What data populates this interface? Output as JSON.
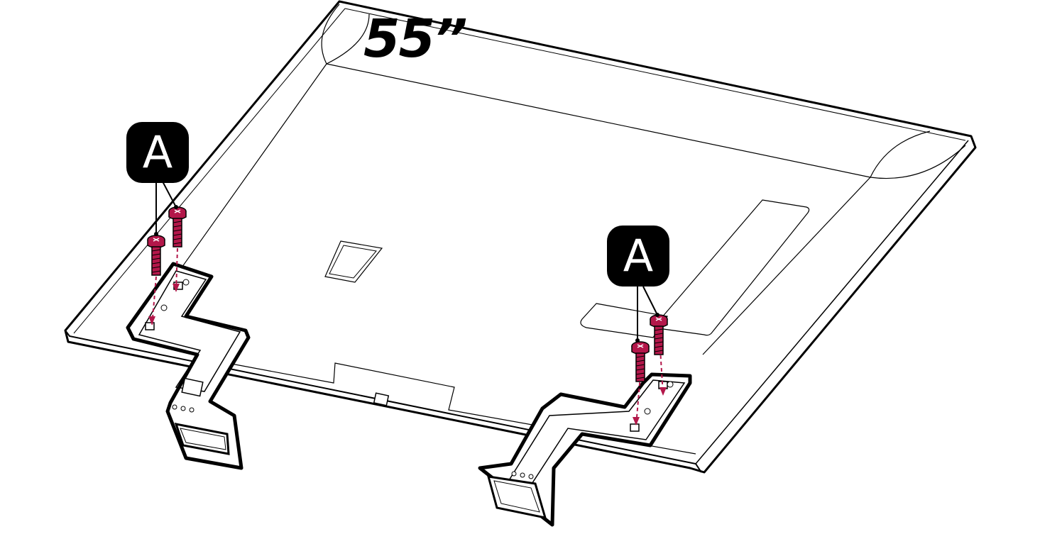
{
  "tv": {
    "size_label": "55”"
  },
  "callouts": [
    {
      "label": "A"
    },
    {
      "label": "A"
    }
  ],
  "colors": {
    "screw": "#b3174a",
    "outline": "#000000",
    "background": "#ffffff",
    "callout_bg": "#000000",
    "callout_text": "#ffffff"
  },
  "icons": {
    "screw": "screw-icon",
    "bracket": "stand-bracket",
    "guide": "dashed-guide-arrow"
  }
}
